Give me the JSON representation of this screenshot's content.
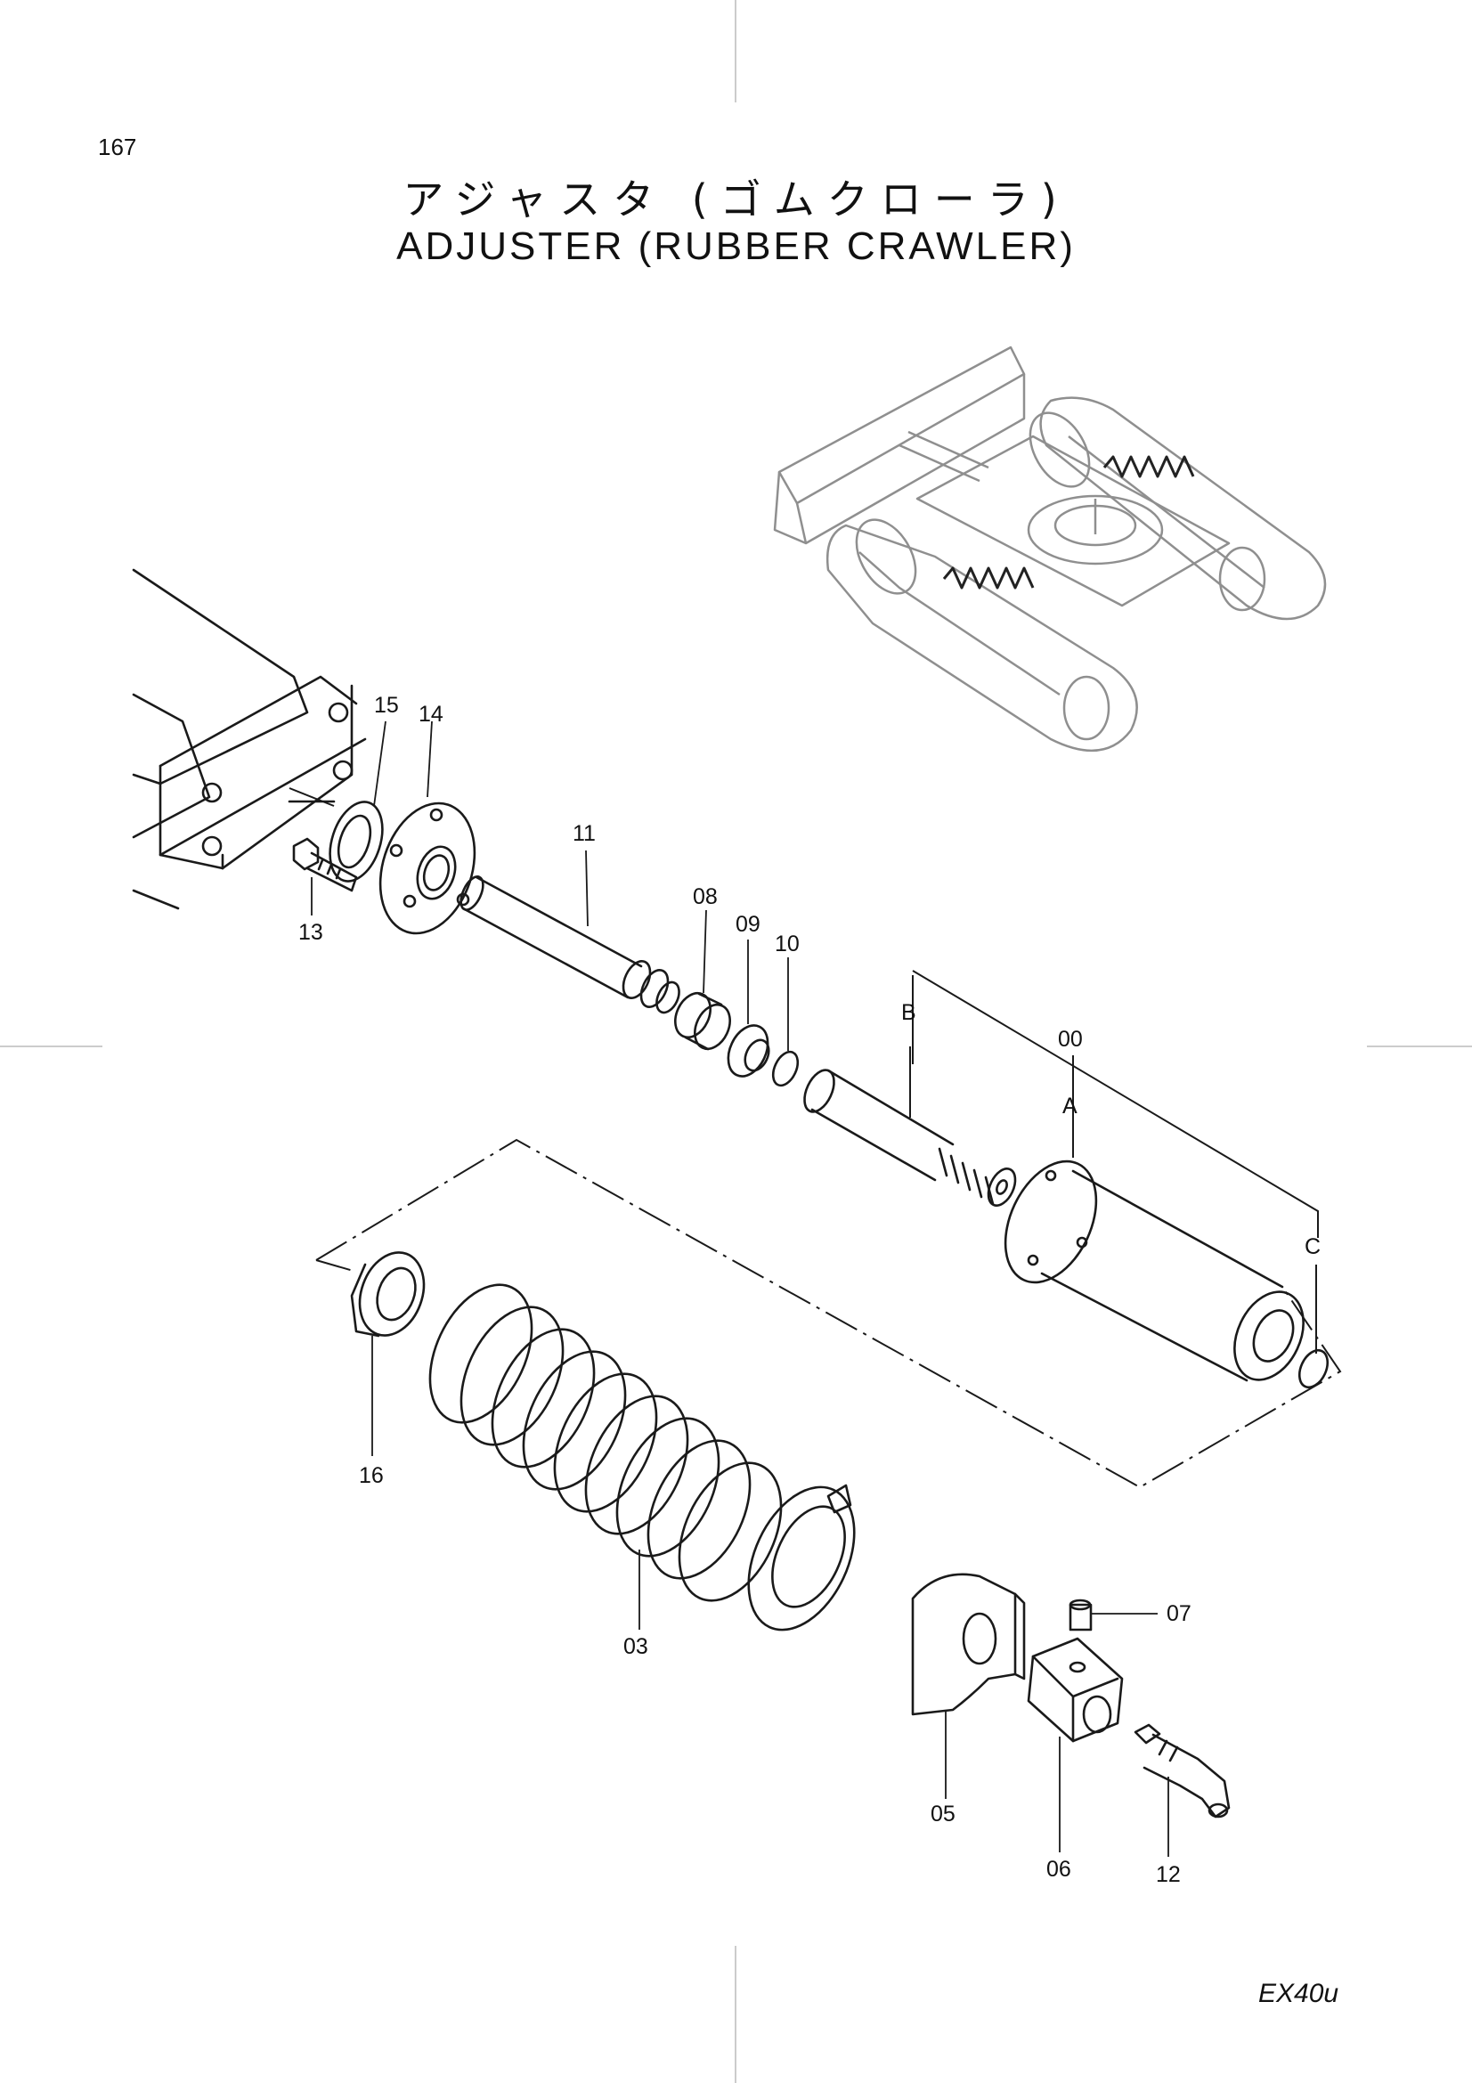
{
  "page_number": "167",
  "title_jp": "アジャスタ (ゴムクローラ)",
  "title_en": "ADJUSTER (RUBBER CRAWLER)",
  "model_code": "EX40u",
  "part_callouts": [
    "00",
    "03",
    "05",
    "06",
    "07",
    "08",
    "09",
    "10",
    "11",
    "12",
    "13",
    "14",
    "15",
    "16"
  ],
  "ref_letters": [
    "A",
    "B",
    "C"
  ],
  "colors": {
    "line": "#1a1a1a",
    "inset_line": "#9a9a9a",
    "background": "#ffffff"
  }
}
